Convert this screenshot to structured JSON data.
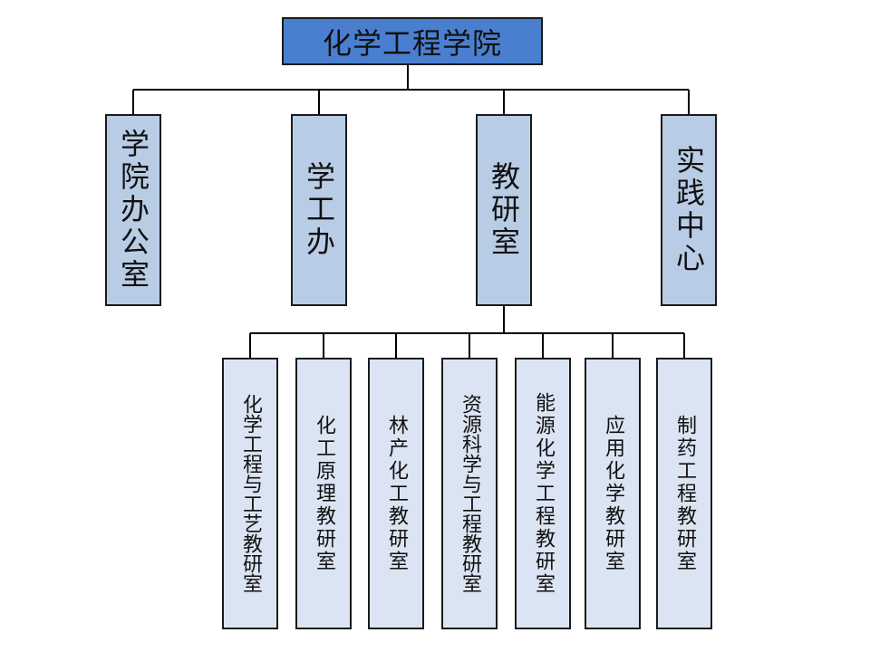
{
  "root": {
    "label": "化学工程学院"
  },
  "departments": [
    {
      "label": "学院办公室"
    },
    {
      "label": "学工办"
    },
    {
      "label": "教研室"
    },
    {
      "label": "实践中心"
    }
  ],
  "teaching_sections": [
    {
      "label": "化学工程与工艺教研室"
    },
    {
      "label": "化工原理教研室"
    },
    {
      "label": "林产化工教研室"
    },
    {
      "label": "资源科学与工程教研室"
    },
    {
      "label": "能源化学工程教研室"
    },
    {
      "label": "应用化学教研室"
    },
    {
      "label": "制药工程教研室"
    }
  ],
  "colors": {
    "root_fill": "#4a7fd0",
    "department_fill": "#b9cce5",
    "section_fill": "#dbe4f2",
    "connector": "#000000"
  }
}
